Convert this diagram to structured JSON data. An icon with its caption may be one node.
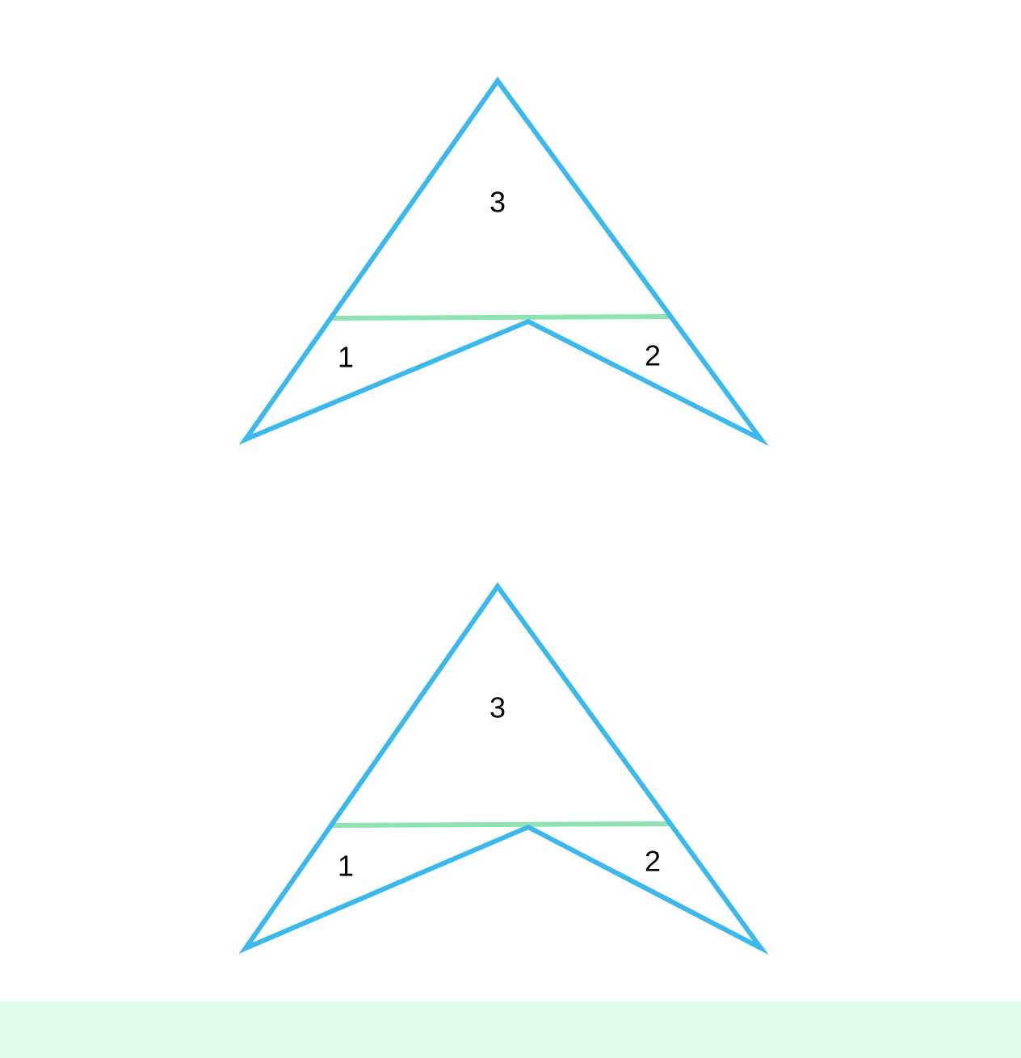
{
  "diagram": {
    "labels": [
      "3",
      "1",
      "2",
      "3",
      "1",
      "2"
    ]
  }
}
